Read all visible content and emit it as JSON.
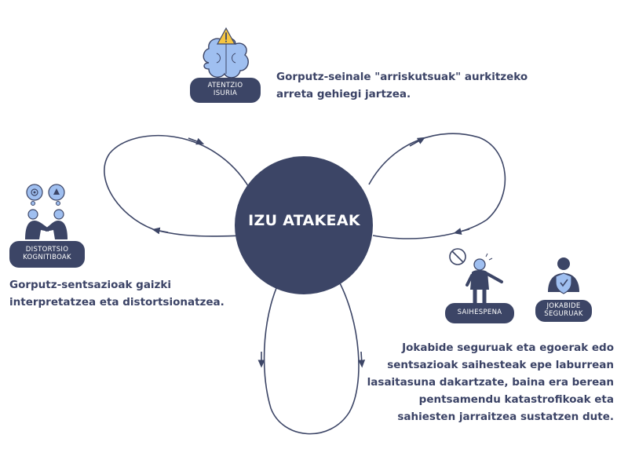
{
  "center": {
    "title": "IZU ATAKEAK"
  },
  "nodes": {
    "attention": {
      "label_line1": "ATENTZIO",
      "label_line2": "ISURIA",
      "description_line1": "Gorputz-seinale \"arriskutsuak\" aurkitzeko",
      "description_line2": "arreta gehiegi jartzea."
    },
    "distortion": {
      "label_line1": "DISTORTSIO",
      "label_line2": "KOGNITIBOAK",
      "description_line1": "Gorputz-sentsazioak gaizki",
      "description_line2": "interpretatzea eta distortsionatzea."
    },
    "avoidance": {
      "label": "SAIHESPENA"
    },
    "safe_behaviour": {
      "label_line1": "JOKABIDE",
      "label_line2": "SEGURUAK"
    },
    "avoidance_description": {
      "line1": "Jokabide seguruak eta egoerak edo",
      "line2": "sentsazioak saihesteak epe laburrean",
      "line3": "lasaitasuna dakartzate, baina era berean",
      "line4": "pentsamendu katastrofikoak eta",
      "line5": "sahiesten jarraitzea sustatzen dute."
    }
  },
  "icons": {
    "brain": "brain-warning-icon",
    "thinking_people": "thinking-people-icon",
    "avoid": "avoiding-person-icon",
    "safe": "safety-shield-person-icon"
  },
  "colors": {
    "navy": "#3c4566",
    "light_blue": "#9fbff0",
    "warning": "#f5c542"
  }
}
